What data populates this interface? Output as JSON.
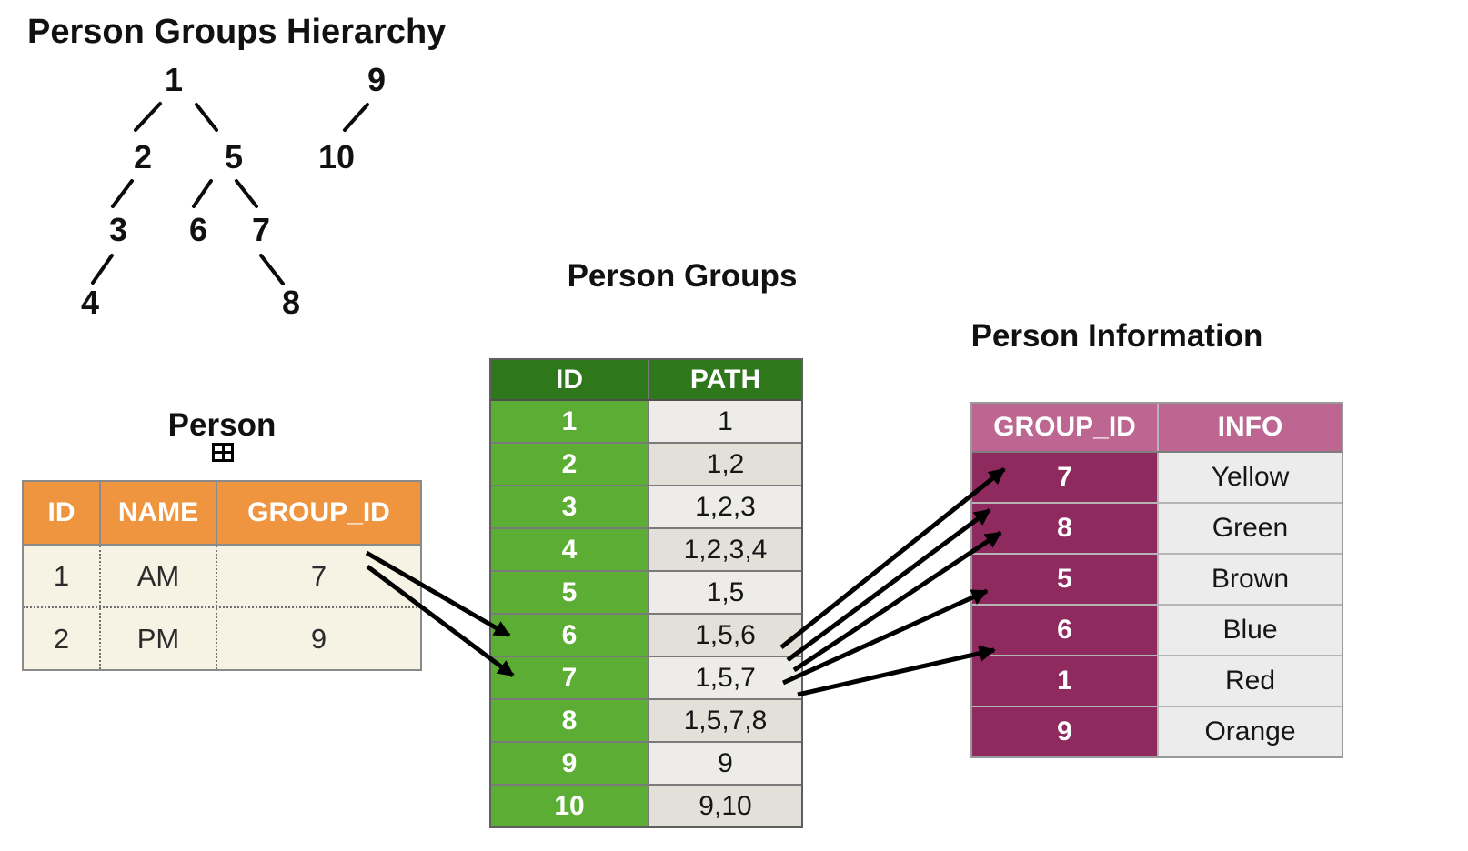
{
  "colors": {
    "orange_header": "#EF9540",
    "cream_cell": "#F6F3E4",
    "green_header": "#2F771B",
    "green_cell": "#5CAD33",
    "path_cell_light": "#EDECE9",
    "path_cell_dark": "#E2E0D8",
    "magenta_header": "#BD6691",
    "magenta_cell": "#8E2A5E",
    "info_cell": "#ECECEC",
    "arrow": "#000000"
  },
  "hierarchy": {
    "title": "Person Groups Hierarchy",
    "node_labels": [
      "1",
      "9",
      "2",
      "5",
      "10",
      "3",
      "6",
      "7",
      "4",
      "8"
    ],
    "edges": [
      [
        "1",
        "2"
      ],
      [
        "1",
        "5"
      ],
      [
        "2",
        "3"
      ],
      [
        "3",
        "4"
      ],
      [
        "5",
        "6"
      ],
      [
        "5",
        "7"
      ],
      [
        "7",
        "8"
      ],
      [
        "9",
        "10"
      ]
    ]
  },
  "person_table": {
    "title": "Person",
    "headers": [
      "ID",
      "NAME",
      "GROUP_ID"
    ],
    "rows": [
      {
        "id": "1",
        "name": "AM",
        "group_id": "7"
      },
      {
        "id": "2",
        "name": "PM",
        "group_id": "9"
      }
    ]
  },
  "person_groups_table": {
    "title": "Person Groups",
    "headers": [
      "ID",
      "PATH"
    ],
    "rows": [
      {
        "id": "1",
        "path": "1"
      },
      {
        "id": "2",
        "path": "1,2"
      },
      {
        "id": "3",
        "path": "1,2,3"
      },
      {
        "id": "4",
        "path": "1,2,3,4"
      },
      {
        "id": "5",
        "path": "1,5"
      },
      {
        "id": "6",
        "path": "1,5,6"
      },
      {
        "id": "7",
        "path": "1,5,7"
      },
      {
        "id": "8",
        "path": "1,5,7,8"
      },
      {
        "id": "9",
        "path": "9"
      },
      {
        "id": "10",
        "path": "9,10"
      }
    ]
  },
  "person_information_table": {
    "title": "Person Information",
    "headers": [
      "GROUP_ID",
      "INFO"
    ],
    "rows": [
      {
        "group_id": "7",
        "info": "Yellow"
      },
      {
        "group_id": "8",
        "info": "Green"
      },
      {
        "group_id": "5",
        "info": "Brown"
      },
      {
        "group_id": "6",
        "info": "Blue"
      },
      {
        "group_id": "1",
        "info": "Red"
      },
      {
        "group_id": "9",
        "info": "Orange"
      }
    ]
  },
  "arrows": {
    "person_to_groups_target_ids": [
      "6",
      "7"
    ],
    "groups_to_information_target_group_ids": [
      "7",
      "8",
      "8",
      "5",
      "1"
    ]
  }
}
